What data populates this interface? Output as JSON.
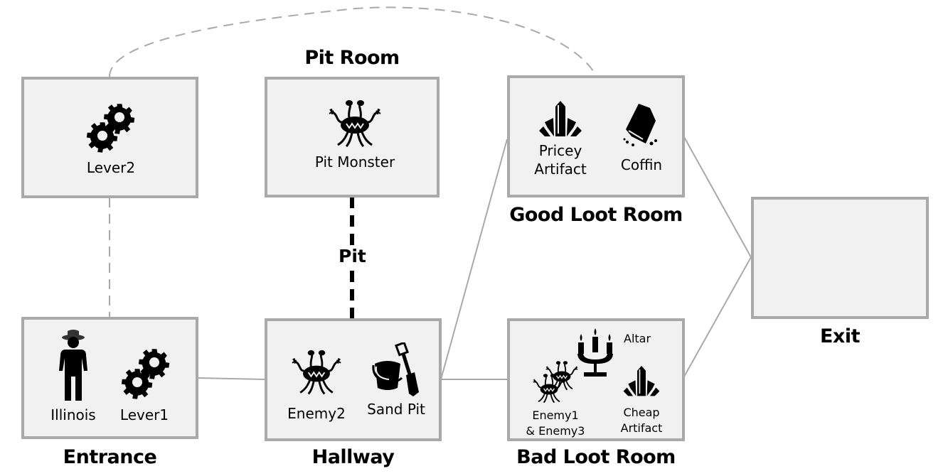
{
  "diagram": {
    "rooms": {
      "lever2_room": {
        "title": "",
        "items": [
          {
            "icon": "gears-icon",
            "label": "Lever2"
          }
        ]
      },
      "pit_room": {
        "title": "Pit Room",
        "items": [
          {
            "icon": "monster-icon",
            "label": "Pit Monster"
          }
        ]
      },
      "good_loot_room": {
        "title": "Good Loot Room",
        "items": [
          {
            "icon": "crystal-icon",
            "label_line1": "Pricey",
            "label_line2": "Artifact"
          },
          {
            "icon": "coffin-icon",
            "label": "Coffin"
          }
        ]
      },
      "exit": {
        "title": "Exit",
        "items": []
      },
      "entrance": {
        "title": "Entrance",
        "items": [
          {
            "icon": "person-icon",
            "label": "Illinois"
          },
          {
            "icon": "gears-icon",
            "label": "Lever1"
          }
        ]
      },
      "hallway": {
        "title": "Hallway",
        "items": [
          {
            "icon": "monster-icon",
            "label": "Enemy2"
          },
          {
            "icon": "bucket-shovel-icon",
            "label": "Sand Pit"
          }
        ]
      },
      "bad_loot_room": {
        "title": "Bad Loot Room",
        "items": [
          {
            "icon": "candelabra-icon",
            "label": "Altar"
          },
          {
            "icon": "monsters-icon",
            "label_line1": "Enemy1",
            "label_line2": "& Enemy3"
          },
          {
            "icon": "crystal-icon",
            "label_line1": "Cheap",
            "label_line2": "Artifact"
          }
        ]
      }
    },
    "connections": [
      {
        "from": "entrance",
        "to": "hallway",
        "style": "solid"
      },
      {
        "from": "hallway",
        "to": "bad_loot_room",
        "style": "solid"
      },
      {
        "from": "hallway",
        "to": "good_loot_room",
        "style": "solid"
      },
      {
        "from": "good_loot_room",
        "to": "exit",
        "style": "solid"
      },
      {
        "from": "bad_loot_room",
        "to": "exit",
        "style": "solid"
      },
      {
        "from": "entrance",
        "to": "lever2_room",
        "style": "dashed"
      },
      {
        "from": "lever2_room",
        "to": "good_loot_room",
        "style": "dashed-curve"
      },
      {
        "from": "hallway",
        "to": "pit_room",
        "style": "bold-dashed",
        "label": "Pit"
      }
    ],
    "colors": {
      "room_fill": "#f1f1f1",
      "room_border": "#a9a9a9",
      "edge": "#a9a9a9",
      "pit_edge": "#000000"
    }
  }
}
